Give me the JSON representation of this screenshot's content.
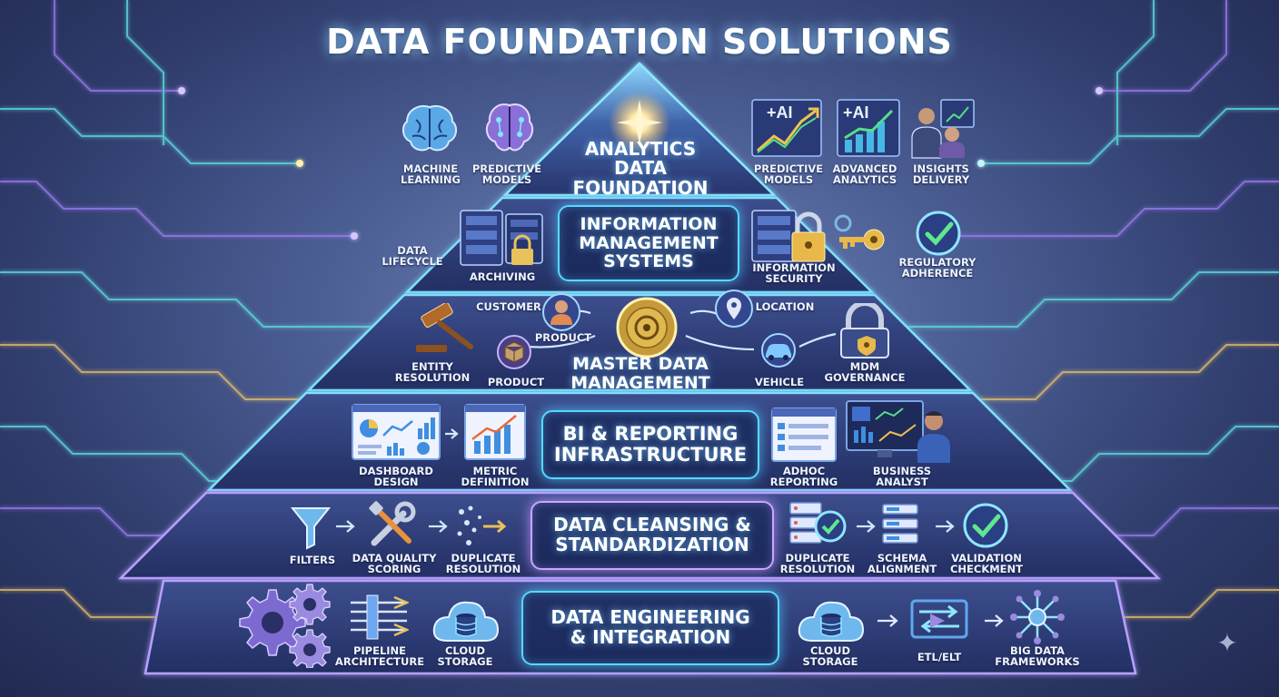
{
  "title": "DATA FOUNDATION SOLUTIONS",
  "tiers": [
    {
      "title": "ANALYTICS\nDATA FOUNDATION",
      "items": [
        {
          "label": "MACHINE\nLEARNING",
          "icon": "brain-icon"
        },
        {
          "label": "PREDICTIVE\nMODELS",
          "icon": "brain-network-icon"
        },
        {
          "label": "PREDICTIVE\nMODELS",
          "icon": "ai-growth-chart-icon",
          "badge": "+AI"
        },
        {
          "label": "ADVANCED\nANALYTICS",
          "icon": "ai-bar-chart-icon",
          "badge": "+AI"
        },
        {
          "label": "INSIGHTS\nDELIVERY",
          "icon": "business-people-icon"
        }
      ]
    },
    {
      "title": "INFORMATION\nMANAGEMENT\nSYSTEMS",
      "items": [
        {
          "label": "DATA\nLIFECYCLE",
          "icon": "lifecycle-icon"
        },
        {
          "label": "ARCHIVING",
          "icon": "server-lock-icon"
        },
        {
          "label": "INFORMATION\nSECURITY",
          "icon": "padlock-server-icon"
        },
        {
          "label": "",
          "icon": "key-icon"
        },
        {
          "label": "REGULATORY\nADHERENCE",
          "icon": "check-badge-icon"
        }
      ]
    },
    {
      "title": "MASTER DATA\nMANAGEMENT",
      "items": [
        {
          "label": "ENTITY\nRESOLUTION",
          "icon": "gavel-icon"
        },
        {
          "label": "CUSTOMER",
          "icon": "person-icon"
        },
        {
          "label": "PRODUCT",
          "icon": "product-box-icon"
        },
        {
          "label": "PRODUCT",
          "icon": "disc-icon"
        },
        {
          "label": "LOCATION",
          "icon": "location-pin-icon"
        },
        {
          "label": "VEHICLE",
          "icon": "car-icon"
        },
        {
          "label": "MDM\nGOVERNANCE",
          "icon": "padlock-icon"
        }
      ]
    },
    {
      "title": "BI & REPORTING\nINFRASTRUCTURE",
      "items": [
        {
          "label": "DASHBOARD\nDESIGN",
          "icon": "dashboard-icon"
        },
        {
          "label": "METRIC\nDEFINITION",
          "icon": "metric-chart-icon"
        },
        {
          "label": "ADHOC\nREPORTING",
          "icon": "report-list-icon"
        },
        {
          "label": "BUSINESS\nANALYST",
          "icon": "analyst-monitor-icon"
        }
      ]
    },
    {
      "title": "DATA CLEANSING &\nSTANDARDIZATION",
      "items": [
        {
          "label": "FILTERS",
          "icon": "funnel-icon"
        },
        {
          "label": "DATA QUALITY\nSCORING",
          "icon": "tools-icon"
        },
        {
          "label": "DUPLICATE\nRESOLUTION",
          "icon": "scatter-dots-icon"
        },
        {
          "label": "DUPLICATE\nRESOLUTION",
          "icon": "database-check-icon"
        },
        {
          "label": "SCHEMA\nALIGNMENT",
          "icon": "schema-stack-icon"
        },
        {
          "label": "VALIDATION\nCHECKMENT",
          "icon": "check-circle-icon"
        }
      ]
    },
    {
      "title": "DATA ENGINEERING\n& INTEGRATION",
      "items": [
        {
          "label": "",
          "icon": "gears-icon"
        },
        {
          "label": "PIPELINE\nARCHITECTURE",
          "icon": "pipeline-icon"
        },
        {
          "label": "CLOUD\nSTORAGE",
          "icon": "cloud-database-icon"
        },
        {
          "label": "CLOUD\nSTORAGE",
          "icon": "cloud-database-icon"
        },
        {
          "label": "ETL/ELT",
          "icon": "etl-arrows-icon"
        },
        {
          "label": "BIG DATA\nFRAMEWORKS",
          "icon": "network-hub-icon"
        }
      ]
    }
  ],
  "colors": {
    "cyan_glow": "#58d8ff",
    "purple_glow": "#c9a6ff",
    "gold": "#e8c25a"
  },
  "watermark_icon": "sparkle-icon"
}
